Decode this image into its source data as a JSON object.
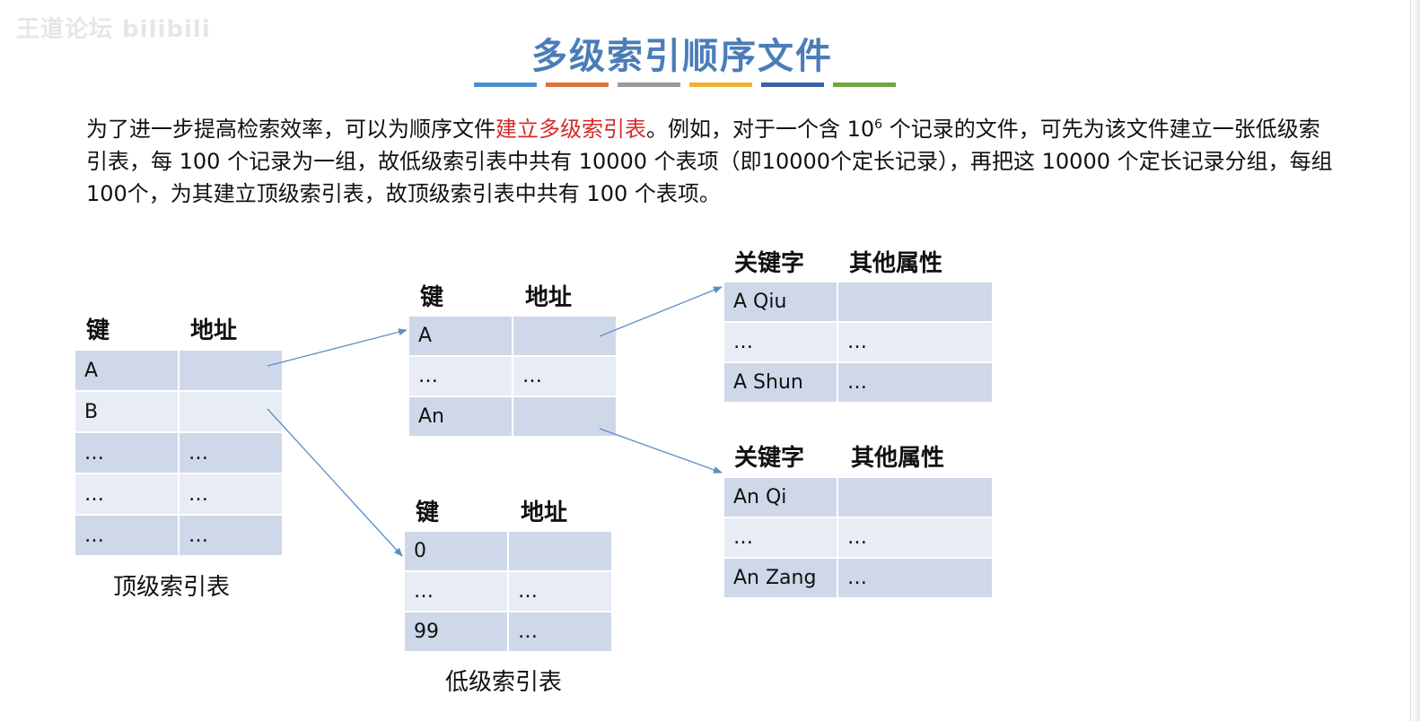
{
  "watermark": "王道论坛 bilibili",
  "title": "多级索引顺序文件",
  "title_bar_colors": [
    "#4a90d0",
    "#e0703a",
    "#999999",
    "#f0b030",
    "#3a60a8",
    "#70a840"
  ],
  "paragraph": {
    "p1": "为了进一步提高检索效率，可以为顺序文件",
    "highlight": "建立多级索引表",
    "p2": "。例如，对于一个含 10",
    "exp": "6",
    "p3": " 个记录的文件，可先为该文件建立一张低级索引表，每 100 个记录为一组，故低级索引表中共有 10000 个表项（即10000个定长记录），再把这 10000 个定长记录分组，每组100个，为其建立顶级索引表，故顶级索引表中共有 100 个表项。"
  },
  "top_index": {
    "col_key": "键",
    "col_addr": "地址",
    "rows": [
      [
        "A",
        ""
      ],
      [
        "B",
        ""
      ],
      [
        "…",
        "…"
      ],
      [
        "…",
        "…"
      ],
      [
        "…",
        "…"
      ]
    ],
    "caption": "顶级索引表"
  },
  "low_index_1": {
    "col_key": "键",
    "col_addr": "地址",
    "rows": [
      [
        "A",
        ""
      ],
      [
        "…",
        "…"
      ],
      [
        "An",
        ""
      ]
    ]
  },
  "low_index_2": {
    "col_key": "键",
    "col_addr": "地址",
    "rows": [
      [
        "0",
        ""
      ],
      [
        "…",
        "…"
      ],
      [
        "99",
        "…"
      ]
    ],
    "caption": "低级索引表"
  },
  "record_1": {
    "col_key": "关键字",
    "col_other": "其他属性",
    "rows": [
      [
        "A Qiu",
        ""
      ],
      [
        "…",
        "…"
      ],
      [
        "A Shun",
        "…"
      ]
    ]
  },
  "record_2": {
    "col_key": "关键字",
    "col_other": "其他属性",
    "rows": [
      [
        "An Qi",
        ""
      ],
      [
        "…",
        "…"
      ],
      [
        "An Zang",
        "…"
      ]
    ]
  }
}
